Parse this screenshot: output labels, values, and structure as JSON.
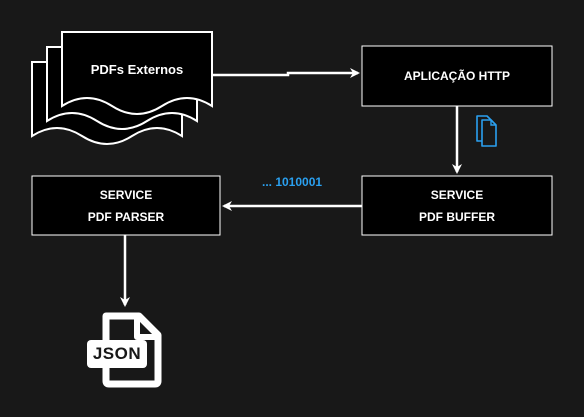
{
  "diagram": {
    "background": "#181818",
    "stroke_color": "#ffffff",
    "accent_color": "#2aa0f0",
    "nodes": {
      "pdfs_externos": {
        "label": "PDFs Externos"
      },
      "aplicacao_http": {
        "label": "APLICAÇÃO HTTP"
      },
      "service_pdf_buffer": {
        "line1": "SERVICE",
        "line2": "PDF BUFFER"
      },
      "service_pdf_parser": {
        "line1": "SERVICE",
        "line2": "PDF PARSER"
      },
      "json_file": {
        "label": "JSON",
        "icon": "json-file-icon"
      }
    },
    "edges": {
      "buffer_to_parser": {
        "label": "... 1010001"
      },
      "http_to_buffer": {
        "icon": "copy-documents-icon"
      }
    }
  }
}
